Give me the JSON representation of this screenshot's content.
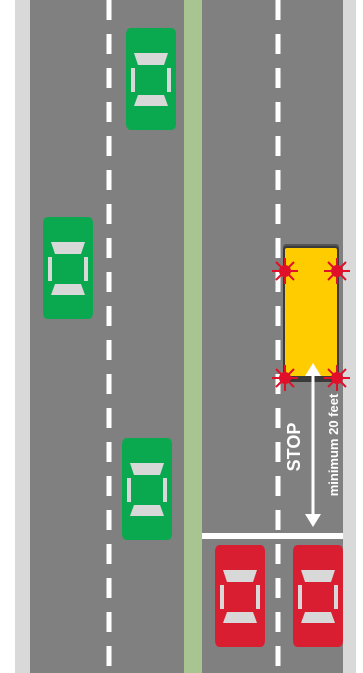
{
  "stop_label": "STOP",
  "distance_label": "minimum 20 feet",
  "colors": {
    "road": "#808080",
    "shoulder": "#d9d9d9",
    "median": "#a8c490",
    "lane_marking": "#ffffff",
    "school_bus": "#ffcc00",
    "bus_lights": "#e0102a",
    "car_green": "#0aa84f",
    "car_red": "#d81e30",
    "car_window": "#d8d8d8"
  },
  "vehicles": [
    {
      "name": "green-car-1",
      "type": "car",
      "color": "green",
      "direction": "northbound"
    },
    {
      "name": "green-car-2",
      "type": "car",
      "color": "green",
      "direction": "northbound"
    },
    {
      "name": "green-car-3",
      "type": "car",
      "color": "green",
      "direction": "northbound"
    },
    {
      "name": "school-bus",
      "type": "bus",
      "color": "yellow",
      "status": "stopped, red lights flashing"
    },
    {
      "name": "red-car-1",
      "type": "car",
      "color": "red",
      "status": "stopped"
    },
    {
      "name": "red-car-2",
      "type": "car",
      "color": "red",
      "status": "stopped"
    }
  ]
}
